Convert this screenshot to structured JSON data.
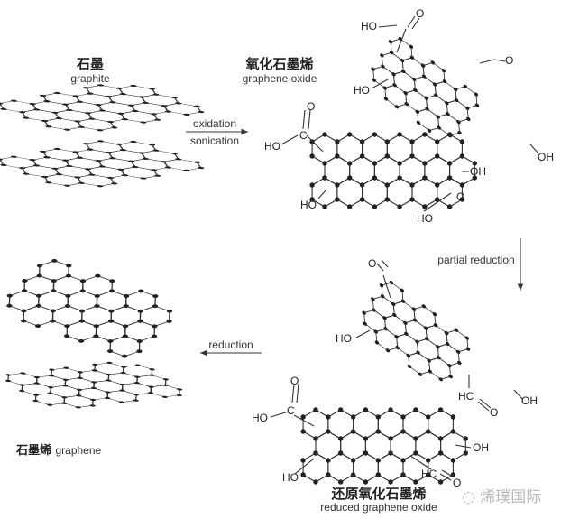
{
  "graphite": {
    "zh": "石墨",
    "en": "graphite"
  },
  "graphene_oxide": {
    "zh": "氧化石墨烯",
    "en": "graphene oxide"
  },
  "reduced_go": {
    "zh": "还原氧化石墨烯",
    "en": "reduced graphene oxide"
  },
  "graphene": {
    "zh": "石墨烯",
    "en": "graphene"
  },
  "arrows": {
    "oxidation": "oxidation",
    "sonication": "sonication",
    "partial_reduction": "partial reduction",
    "reduction": "reduction"
  },
  "groups": {
    "ho": "HO",
    "oh": "OH",
    "o": "O",
    "c": "C",
    "hc": "HC"
  },
  "watermark": "烯璞国际"
}
